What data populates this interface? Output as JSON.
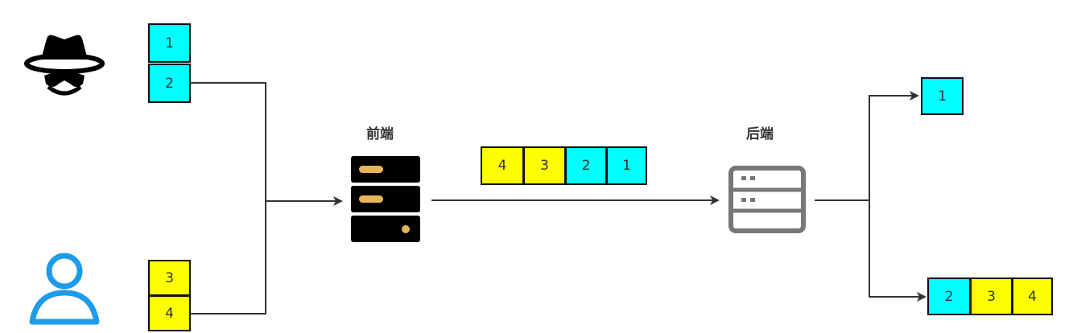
{
  "frontend_label": "前端",
  "backend_label": "后端",
  "attacker_packets": [
    "1",
    "2"
  ],
  "user_packets": [
    "3",
    "4"
  ],
  "merged_packets": [
    "4",
    "3",
    "2",
    "1"
  ],
  "backend_output_top": [
    "1"
  ],
  "backend_output_bottom": [
    "2",
    "3",
    "4"
  ],
  "colors": {
    "attacker_packet": "#00ffff",
    "user_packet": "#ffff00",
    "user_icon": "#1e9be9",
    "frontend_server": "#000000",
    "frontend_server_light": "#e8b55b",
    "backend_server": "#777777",
    "arrows": "#333333"
  }
}
